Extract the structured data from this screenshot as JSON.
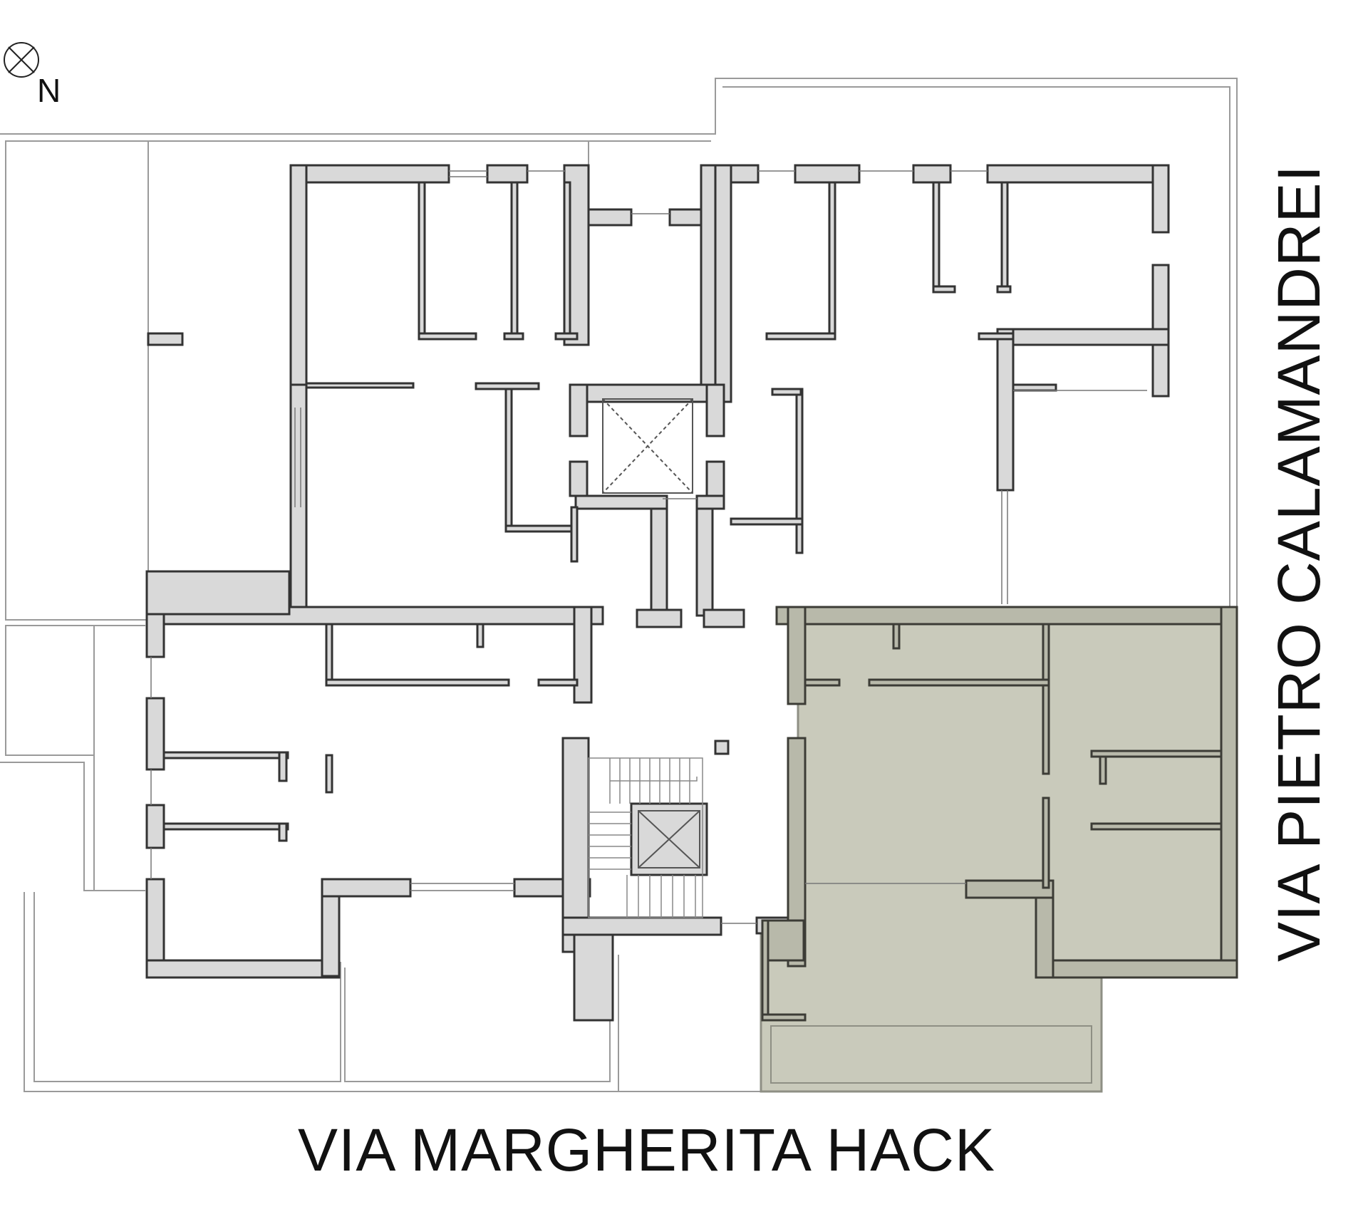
{
  "compass": {
    "north_label": "N",
    "icon": "north-arrow-icon"
  },
  "streets": {
    "bottom": "VIA MARGHERITA HACK",
    "right": "VIA PIETRO CALAMANDREI"
  },
  "colors": {
    "wall_fill": "#d9d9d9",
    "wall_stroke": "#333333",
    "highlight_fill": "#c9cabb",
    "highlight_stroke": "#8e8f84",
    "outline": "#999999"
  }
}
